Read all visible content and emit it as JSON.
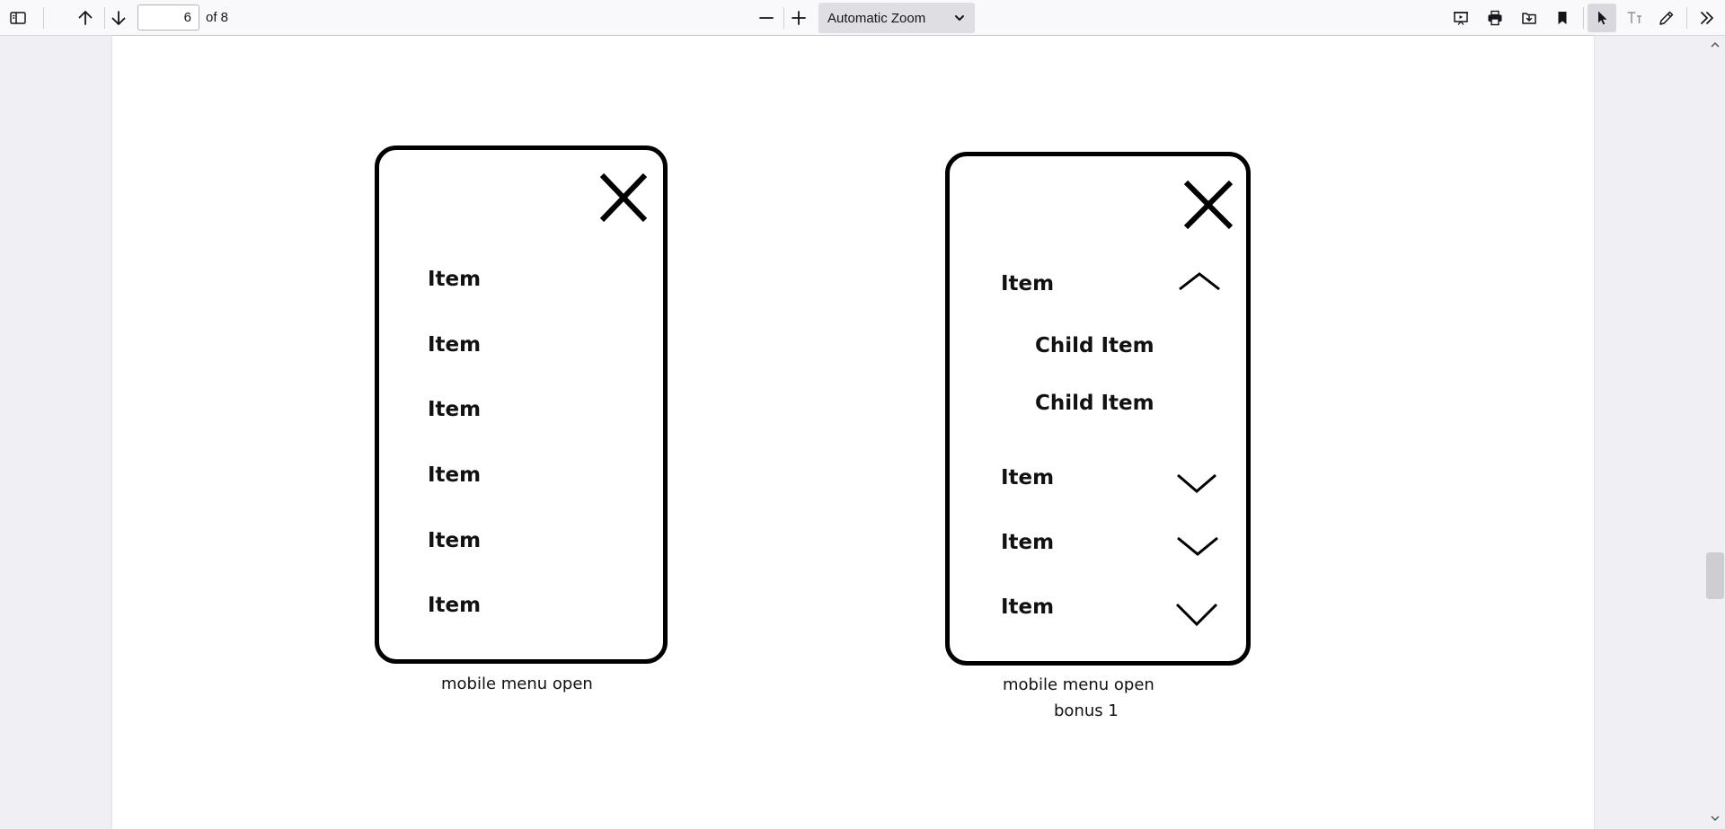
{
  "toolbar": {
    "page_number": "6",
    "page_count": "of 8",
    "zoom": "Automatic Zoom"
  },
  "icons": [
    "sidebar-toggle-icon",
    "arrow-up-icon",
    "arrow-down-icon",
    "zoom-out-icon",
    "zoom-in-icon",
    "chevron-down-icon",
    "presentation-icon",
    "print-icon",
    "save-icon",
    "bookmark-icon",
    "cursor-icon",
    "text-tool-icon",
    "draw-icon",
    "more-tools-icon",
    "close-icon",
    "chevron-up-icon"
  ],
  "wireframes": {
    "left": {
      "items": [
        "Item",
        "Item",
        "Item",
        "Item",
        "Item",
        "Item"
      ],
      "caption": "mobile menu open"
    },
    "right": {
      "item1": "Item",
      "child1": "Child Item",
      "child2": "Child Item",
      "item2": "Item",
      "item3": "Item",
      "item4": "Item",
      "caption_line1": "mobile menu open",
      "caption_line2": "bonus 1"
    }
  },
  "colors": {
    "toolbar_bg": "#f9f9fb",
    "viewer_bg": "#f0f0f4",
    "page_bg": "#ffffff",
    "ink": "#000000"
  }
}
